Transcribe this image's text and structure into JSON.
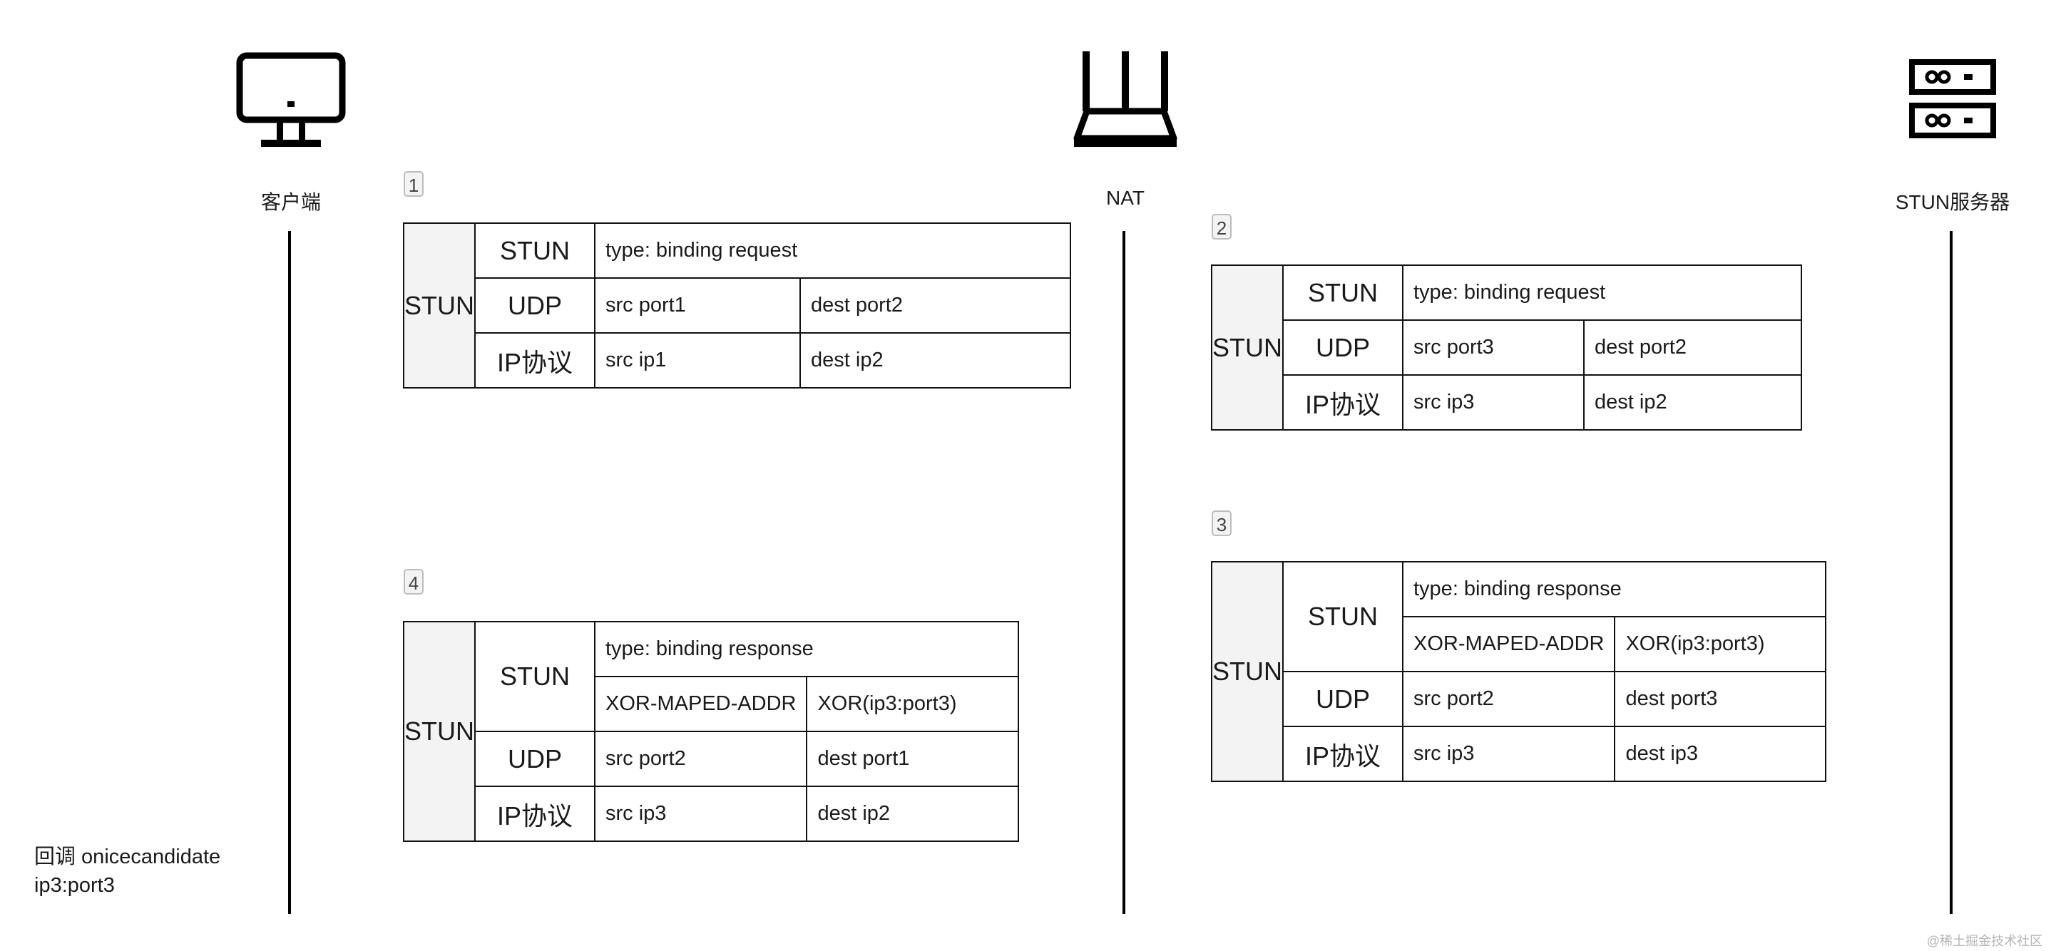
{
  "actors": {
    "client": {
      "label": "客户端",
      "icon": "monitor-icon"
    },
    "nat": {
      "label": "NAT",
      "icon": "router-icon"
    },
    "server": {
      "label": "STUN服务器",
      "icon": "server-icon"
    }
  },
  "packets": {
    "p1": {
      "step": "1",
      "outer": "STUN",
      "stun_label": "STUN",
      "stun_type": "type: binding request",
      "udp_label": "UDP",
      "udp_src": "src port1",
      "udp_dest": "dest port2",
      "ip_label": "IP协议",
      "ip_src": "src ip1",
      "ip_dest": "dest ip2"
    },
    "p2": {
      "step": "2",
      "outer": "STUN",
      "stun_label": "STUN",
      "stun_type": "type: binding request",
      "udp_label": "UDP",
      "udp_src": "src port3",
      "udp_dest": "dest port2",
      "ip_label": "IP协议",
      "ip_src": "src ip3",
      "ip_dest": "dest ip2"
    },
    "p3": {
      "step": "3",
      "outer": "STUN",
      "stun_label": "STUN",
      "stun_type": "type: binding response",
      "xor_label": "XOR-MAPED-ADDR",
      "xor_value": "XOR(ip3:port3)",
      "udp_label": "UDP",
      "udp_src": "src port2",
      "udp_dest": "dest port3",
      "ip_label": "IP协议",
      "ip_src": "src ip3",
      "ip_dest": "dest ip3"
    },
    "p4": {
      "step": "4",
      "outer": "STUN",
      "stun_label": "STUN",
      "stun_type": "type: binding response",
      "xor_label": "XOR-MAPED-ADDR",
      "xor_value": "XOR(ip3:port3)",
      "udp_label": "UDP",
      "udp_src": "src port2",
      "udp_dest": "dest port1",
      "ip_label": "IP协议",
      "ip_src": "src ip3",
      "ip_dest": "dest ip2"
    }
  },
  "callback": {
    "line1": "回调 onicecandidate",
    "line2": "ip3:port3"
  },
  "watermark": "@稀土掘金技术社区"
}
